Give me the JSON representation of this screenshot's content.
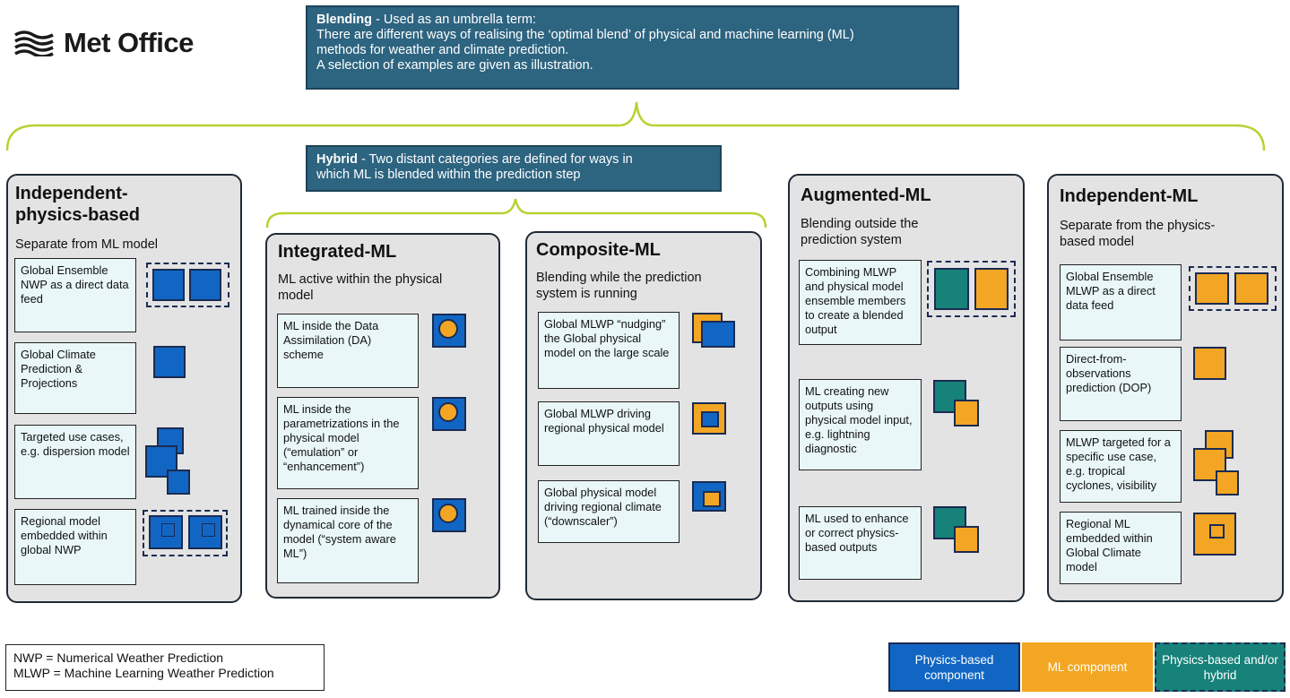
{
  "logo": {
    "text": "Met Office"
  },
  "blending": {
    "term": "Blending",
    "line1": " - Used as an umbrella term:",
    "line2": "There are different ways of realising the ‘optimal blend’ of physical and machine learning (ML)",
    "line3": "methods for weather and climate prediction.",
    "line4": "A selection of examples are given as illustration."
  },
  "hybrid": {
    "term": "Hybrid",
    "line1": " - Two distant categories are defined for ways in",
    "line2": "which ML is blended within the prediction step"
  },
  "panels": {
    "independent_physics": {
      "title1": "Independent-",
      "title2": "physics-based",
      "subtitle": "Separate from ML model",
      "cards": [
        "Global Ensemble NWP as a direct data feed",
        "Global Climate Prediction & Projections",
        "Targeted use cases, e.g. dispersion model",
        "Regional model embedded within global NWP"
      ]
    },
    "integrated": {
      "title": "Integrated-ML",
      "subtitle1": "ML active within the physical",
      "subtitle2": "model",
      "cards": [
        "ML inside the Data Assimilation (DA) scheme",
        "ML inside the parametrizations in the physical model (“emulation” or “enhancement”)",
        "ML trained inside the dynamical core of the model (“system aware ML”)"
      ]
    },
    "composite": {
      "title": "Composite-ML",
      "subtitle1": "Blending while the prediction",
      "subtitle2": "system is running",
      "cards": [
        "Global MLWP “nudging” the Global physical model on the large scale",
        "Global MLWP driving regional physical model",
        "Global physical model driving regional climate (“downscaler”)"
      ]
    },
    "augmented": {
      "title": "Augmented-ML",
      "subtitle1": "Blending outside the",
      "subtitle2": "prediction system",
      "cards": [
        "Combining MLWP and physical model ensemble members to create a blended output",
        "ML creating new outputs using physical model input, e.g. lightning diagnostic",
        "ML used to enhance or correct physics-based outputs"
      ]
    },
    "independent_ml": {
      "title": "Independent-ML",
      "subtitle1": "Separate from the physics-",
      "subtitle2": "based model",
      "cards": [
        "Global Ensemble MLWP as a direct data feed",
        "Direct-from-observations prediction (DOP)",
        "MLWP targeted for a specific use case, e.g. tropical cyclones, visibility",
        "Regional ML embedded within Global Climate model"
      ]
    }
  },
  "abbreviations": {
    "nwp": "NWP = Numerical Weather Prediction",
    "mlwp": "MLWP = Machine Learning Weather Prediction"
  },
  "legend": {
    "physics": "Physics-based component",
    "ml": "ML component",
    "hybrid": "Physics-based and/or hybrid"
  },
  "colors": {
    "physics": "#1166c4",
    "ml": "#f3a623",
    "hybrid": "#16827a",
    "banner": "#2d6480",
    "brace": "#b5d334"
  }
}
